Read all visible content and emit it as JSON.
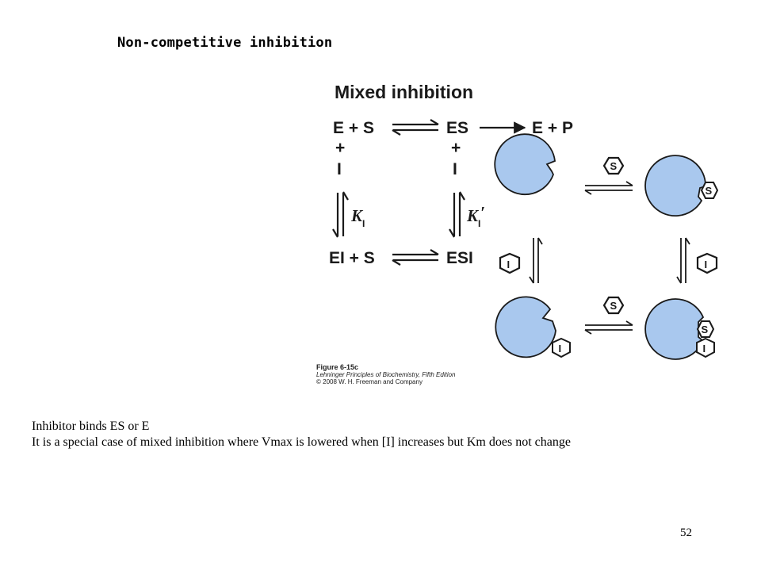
{
  "slide": {
    "title": "Non-competitive inhibition",
    "page_number": "52"
  },
  "figure": {
    "heading": "Mixed inhibition",
    "scheme": {
      "row1_left": "E + S",
      "row1_mid": "ES",
      "row1_right": "E + P",
      "plus": "+",
      "inhibitor": "I",
      "k1_symbol": "K",
      "k1_sub": "I",
      "k2_symbol": "K",
      "k2_sub": "I",
      "k2_prime": "′",
      "row2_left": "EI + S",
      "row2_mid": "ESI"
    },
    "cartoon": {
      "substrate_symbol": "S",
      "inhibitor_symbol": "I",
      "enzyme_color": "#a9c8ee",
      "outline_color": "#1a1a1a"
    },
    "caption": {
      "figure_number": "Figure 6-15c",
      "book": "Lehninger Principles of Biochemistry, Fifth Edition",
      "copyright": "© 2008 W. H. Freeman and Company"
    }
  },
  "body": {
    "line1": "Inhibitor binds ES or E",
    "line2": "It is a special case of mixed inhibition where Vmax is lowered when [I] increases but Km does not change"
  }
}
